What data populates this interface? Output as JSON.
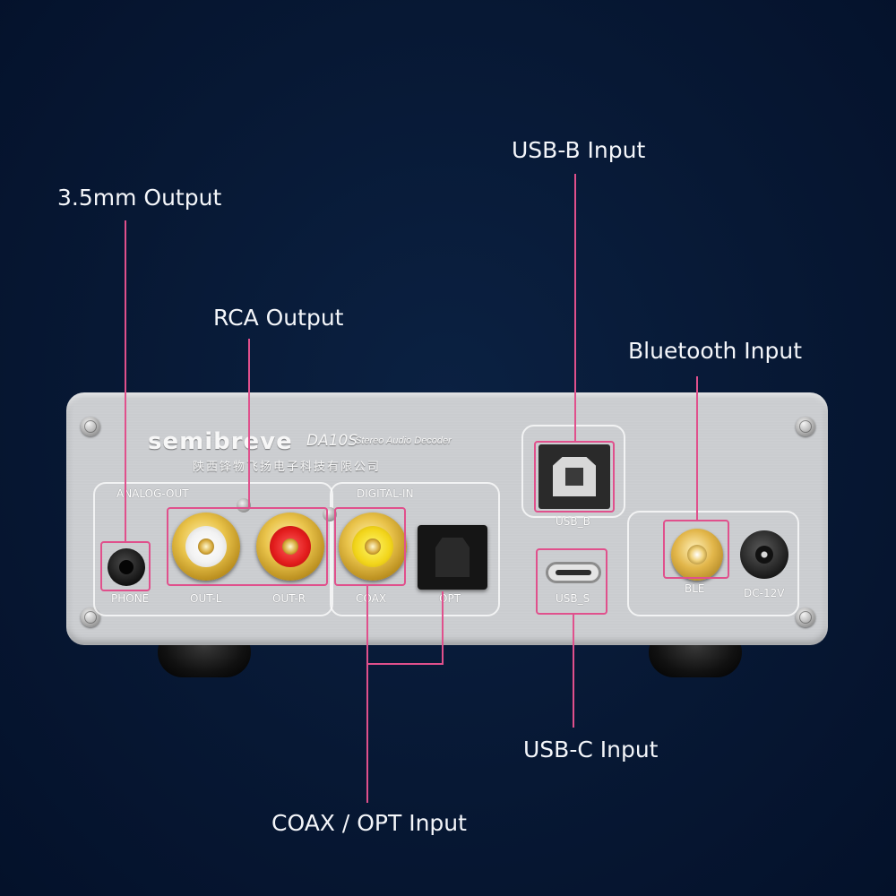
{
  "colors": {
    "background": "#071834",
    "callout_line": "#e0508c",
    "callout_text": "#f4f6fa",
    "panel": "#c9cbce"
  },
  "callouts": {
    "phone_out": "3.5mm Output",
    "rca_out": "RCA Output",
    "usb_b_in": "USB-B Input",
    "bluetooth_in": "Bluetooth Input",
    "usb_c_in": "USB-C Input",
    "coax_opt_in": "COAX / OPT Input"
  },
  "panel": {
    "brand": "semibreve",
    "model": "DA10S",
    "subtitle": "Stereo Audio Decoder",
    "company_cn": "陕西锋物飞扬电子科技有限公司",
    "group_analog": "ANALOG-OUT",
    "group_digital": "DIGITAL-IN",
    "label_phone": "PHONE",
    "label_out_l": "OUT-L",
    "label_out_r": "OUT-R",
    "label_coax": "COAX",
    "label_opt": "OPT",
    "label_usb_b": "USB_B",
    "label_usb_s": "USB_S",
    "label_ble": "BLE",
    "label_dc": "DC-12V"
  }
}
